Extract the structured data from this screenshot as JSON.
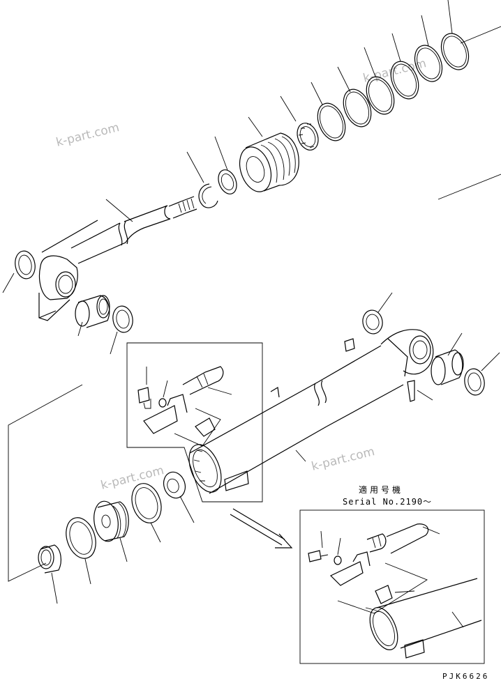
{
  "watermarks": [
    "k-part.com",
    "k-part.com",
    "k-part.com",
    "k-part.com"
  ],
  "serial_note": {
    "applicable_model_label": "適用号機",
    "serial_number": "Serial No.2190～"
  },
  "drawing_code": "PJK6626",
  "colors": {
    "line": "#000000",
    "background": "#ffffff",
    "watermark": "#000000"
  },
  "icons": [
    "direction-arrow-icon"
  ]
}
